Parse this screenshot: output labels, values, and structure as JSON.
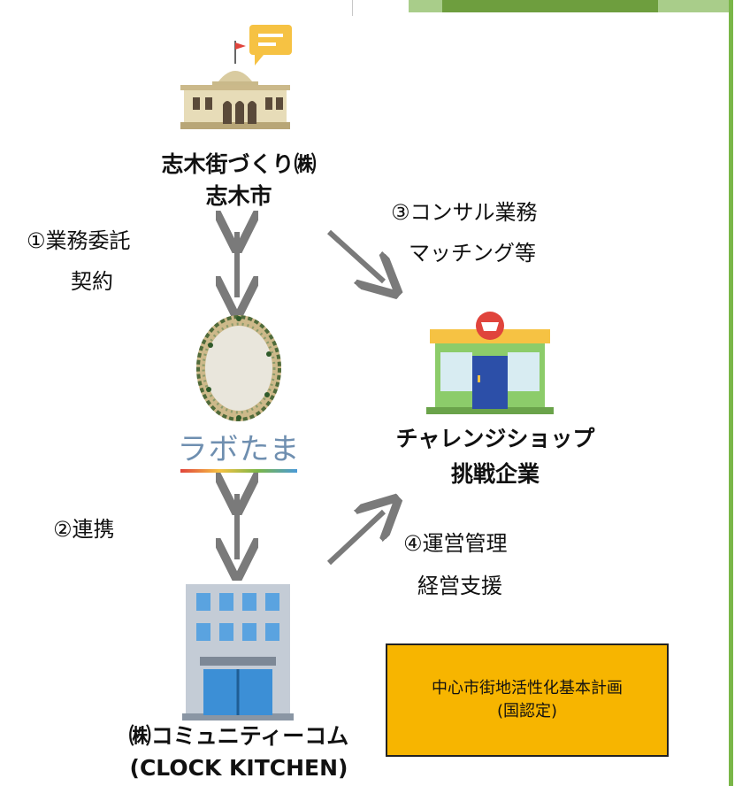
{
  "nodes": {
    "city_line1": "志木街づくり㈱",
    "city_line2": "志木市",
    "labotama_logo": "ラボたま",
    "shop_line1": "チャレンジショップ",
    "shop_line2": "挑戦企業",
    "community_line1": "㈱コミュニティーコム",
    "community_line2": "(CLOCK KITCHEN)"
  },
  "edges": {
    "e1_line1": "①業務委託",
    "e1_line2": "契約",
    "e2": "②連携",
    "e3_line1": "③コンサル業務",
    "e3_line2": "マッチング等",
    "e4_line1": "④運営管理",
    "e4_line2": "経営支援"
  },
  "plan_box": {
    "line1": "中心市街地活性化基本計画",
    "line2": "(国認定)"
  },
  "colors": {
    "accent_green": "#7ab648",
    "arrow_gray": "#7a7a7a",
    "plan_box": "#f7b500"
  }
}
